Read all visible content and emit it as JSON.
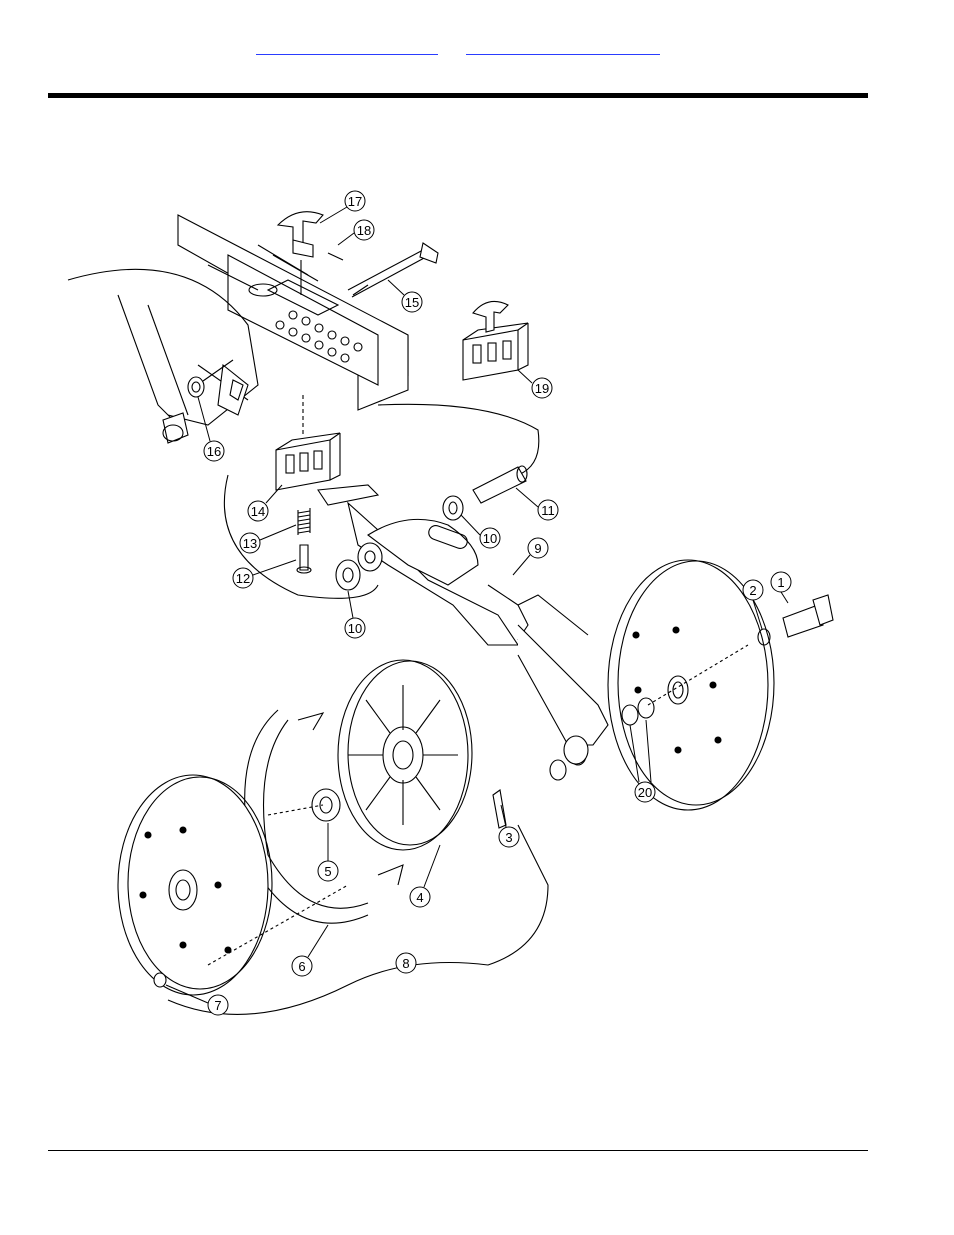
{
  "header": {
    "links": [
      {
        "label": ""
      },
      {
        "label": ""
      }
    ]
  },
  "diagram": {
    "callouts": [
      "1",
      "2",
      "3",
      "4",
      "5",
      "6",
      "7",
      "8",
      "9",
      "10",
      "10",
      "11",
      "12",
      "13",
      "14",
      "15",
      "16",
      "17",
      "18",
      "19",
      "20"
    ]
  },
  "footer": {
    "text": ""
  }
}
